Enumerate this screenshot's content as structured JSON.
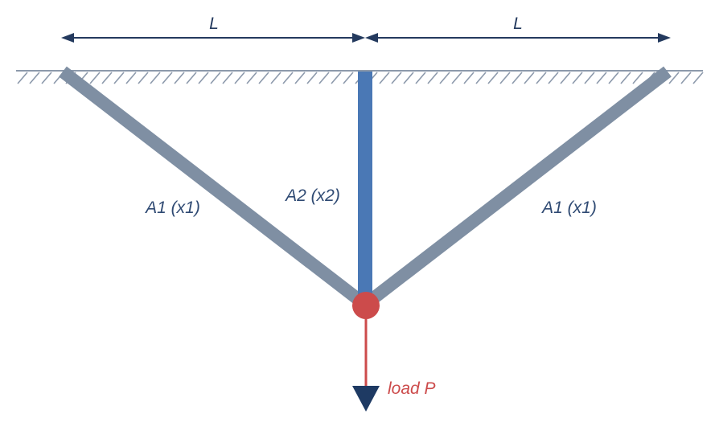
{
  "dimensions": {
    "left_span_label": "L",
    "right_span_label": "L"
  },
  "members": {
    "left_label": "A1 (x1)",
    "center_label": "A2 (x2)",
    "right_label": "A1 (x1)"
  },
  "load": {
    "label": "load P"
  },
  "colors": {
    "dimension": "#243a5e",
    "ground": "#8c99ab",
    "outer_member": "#7f8fa3",
    "center_member": "#4a78b5",
    "joint": "#cc4b4b",
    "load_line": "#cc4b4b",
    "load_arrowhead": "#1e3a63",
    "member_text": "#2f4a73",
    "load_text": "#cc4b4b"
  }
}
